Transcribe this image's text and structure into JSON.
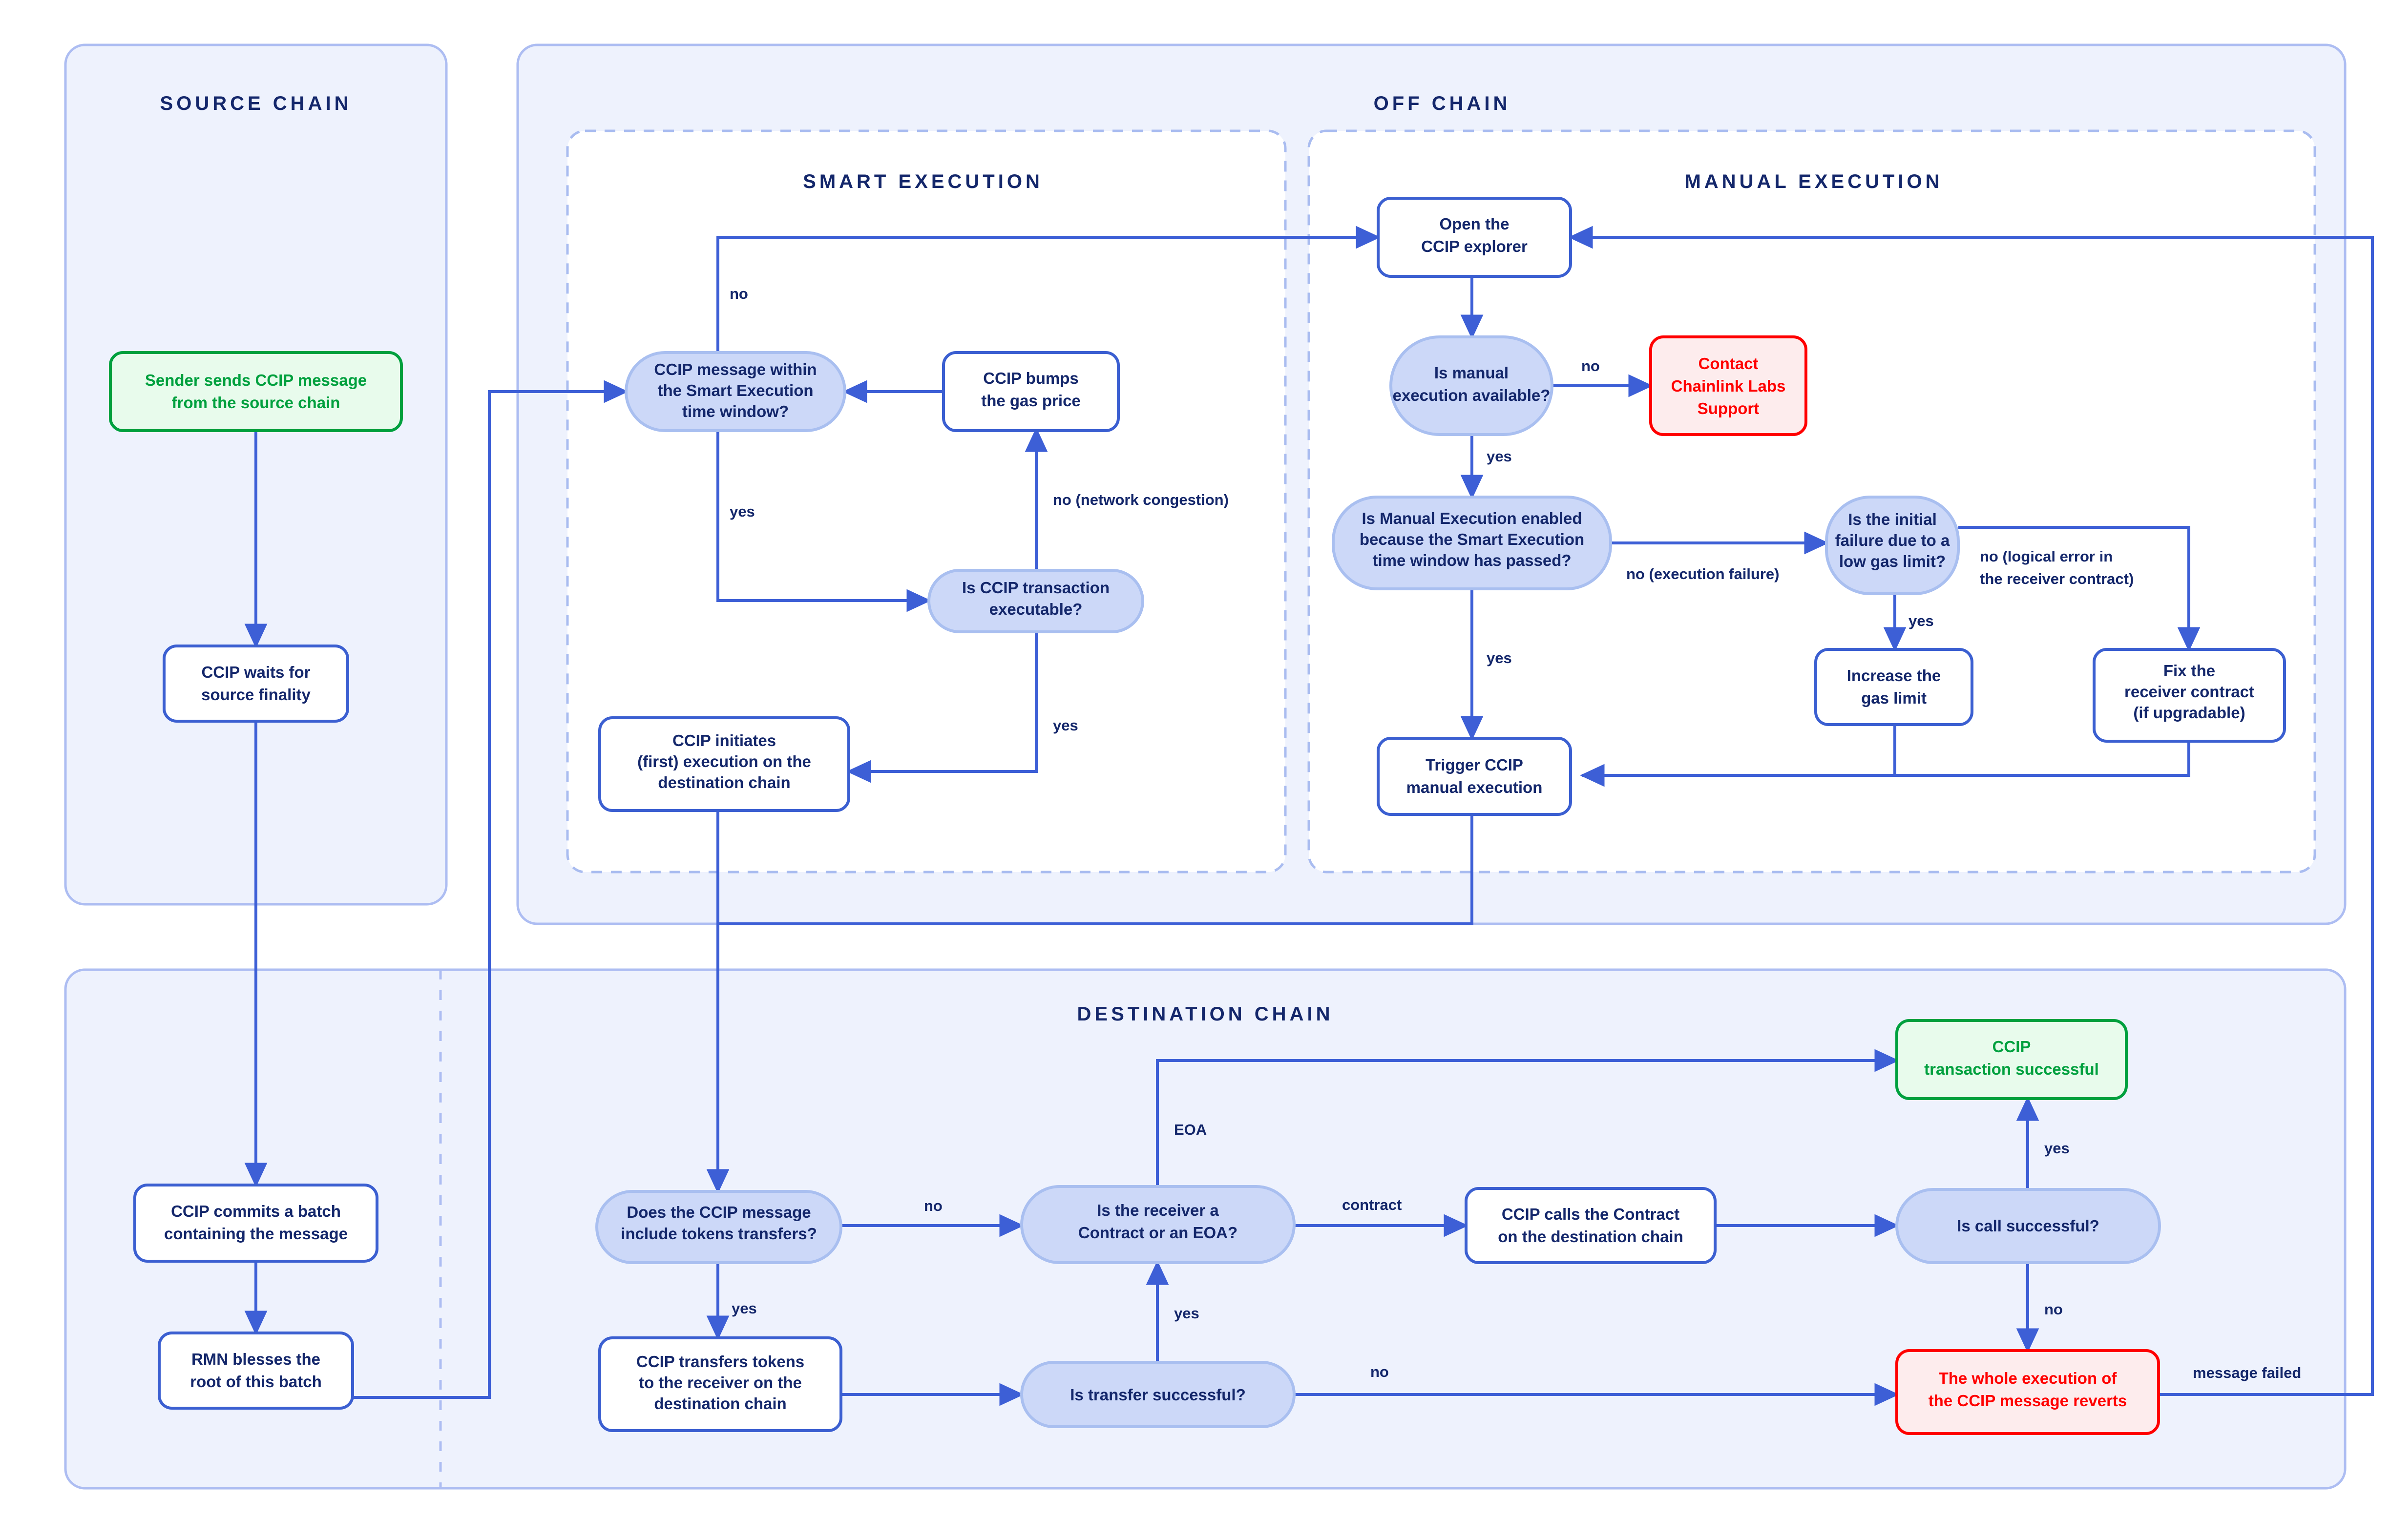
{
  "title": "CCIP message execution flow",
  "colors": {
    "lane_fill": "#eef2fd",
    "lane_stroke": "#adbdf2",
    "inner_fill": "#ffffff",
    "inner_stroke": "#a9bcf0",
    "node_stroke": "#3b5fd1",
    "node_fill": "#ffffff",
    "decision_fill": "#ccd8f8",
    "decision_stroke": "#a9bff0",
    "edge": "#3d5fd6",
    "text": "#14276b",
    "green_stroke": "#00a03e",
    "green_fill": "#e8fbec",
    "green_text": "#00a03e",
    "red_stroke": "#ff0000",
    "red_fill": "#fdeced",
    "red_text": "#ff0000"
  },
  "lanes": [
    {
      "id": "source-chain",
      "label": "SOURCE CHAIN"
    },
    {
      "id": "off-chain",
      "label": "OFF CHAIN"
    },
    {
      "id": "smart-execution",
      "label": "SMART EXECUTION"
    },
    {
      "id": "manual-execution",
      "label": "MANUAL EXECUTION"
    },
    {
      "id": "destination-chain",
      "label": "DESTINATION CHAIN"
    }
  ],
  "nodes": [
    {
      "id": "sender-sends",
      "kind": "terminator-green",
      "lines": [
        "Sender sends CCIP message",
        "from the source chain"
      ]
    },
    {
      "id": "ccip-waits",
      "kind": "process",
      "lines": [
        "CCIP waits for",
        "source finality"
      ]
    },
    {
      "id": "ccip-commits",
      "kind": "process",
      "lines": [
        "CCIP commits a batch",
        "containing the message"
      ]
    },
    {
      "id": "rmn-blesses",
      "kind": "process",
      "lines": [
        "RMN blesses the",
        "root of this batch"
      ]
    },
    {
      "id": "within-window",
      "kind": "decision",
      "lines": [
        "CCIP message within",
        "the Smart Execution",
        "time window?"
      ]
    },
    {
      "id": "bumps-gas",
      "kind": "process",
      "lines": [
        "CCIP bumps",
        "the gas price"
      ]
    },
    {
      "id": "tx-executable",
      "kind": "decision",
      "lines": [
        "Is CCIP transaction",
        "executable?"
      ]
    },
    {
      "id": "initiates-exec",
      "kind": "process",
      "lines": [
        "CCIP initiates",
        "(first) execution on the",
        "destination chain"
      ]
    },
    {
      "id": "open-explorer",
      "kind": "process",
      "lines": [
        "Open the",
        "CCIP explorer"
      ]
    },
    {
      "id": "manual-available",
      "kind": "decision",
      "lines": [
        "Is manual",
        "execution available?"
      ]
    },
    {
      "id": "contact-support",
      "kind": "terminator-red",
      "lines": [
        "Contact",
        "Chainlink Labs",
        "Support"
      ]
    },
    {
      "id": "manual-enabled",
      "kind": "decision",
      "lines": [
        "Is Manual Execution enabled",
        "because the Smart Execution",
        "time window has passed?"
      ]
    },
    {
      "id": "low-gas-limit",
      "kind": "decision",
      "lines": [
        "Is the initial",
        "failure due to a",
        "low gas limit?"
      ]
    },
    {
      "id": "increase-gas",
      "kind": "process",
      "lines": [
        "Increase the",
        "gas limit"
      ]
    },
    {
      "id": "fix-receiver",
      "kind": "process",
      "lines": [
        "Fix the",
        "receiver contract",
        "(if upgradable)"
      ]
    },
    {
      "id": "trigger-manual",
      "kind": "process",
      "lines": [
        "Trigger CCIP",
        "manual execution"
      ]
    },
    {
      "id": "include-tokens",
      "kind": "decision",
      "lines": [
        "Does the CCIP message",
        "include tokens transfers?"
      ]
    },
    {
      "id": "transfers-tokens",
      "kind": "process",
      "lines": [
        "CCIP transfers tokens",
        "to the receiver on the",
        "destination chain"
      ]
    },
    {
      "id": "transfer-successful",
      "kind": "decision",
      "lines": [
        "Is transfer successful?"
      ]
    },
    {
      "id": "contract-or-eoa",
      "kind": "decision",
      "lines": [
        "Is the receiver a",
        "Contract or an EOA?"
      ]
    },
    {
      "id": "calls-contract",
      "kind": "process",
      "lines": [
        "CCIP calls the Contract",
        "on the destination chain"
      ]
    },
    {
      "id": "call-successful",
      "kind": "decision",
      "lines": [
        "Is call successful?"
      ]
    },
    {
      "id": "tx-successful",
      "kind": "terminator-green",
      "lines": [
        "CCIP",
        "transaction successful"
      ]
    },
    {
      "id": "execution-reverts",
      "kind": "terminator-red",
      "lines": [
        "The whole execution of",
        "the CCIP message reverts"
      ]
    }
  ],
  "edge_labels": [
    {
      "id": "lbl-no-window",
      "text": "no"
    },
    {
      "id": "lbl-yes-window",
      "text": "yes"
    },
    {
      "id": "lbl-no-congestion",
      "text": "no (network congestion)"
    },
    {
      "id": "lbl-yes-executable",
      "text": "yes"
    },
    {
      "id": "lbl-no-manual",
      "text": "no"
    },
    {
      "id": "lbl-yes-manual",
      "text": "yes"
    },
    {
      "id": "lbl-no-exec-failure",
      "text": "no (execution failure)"
    },
    {
      "id": "lbl-yes-enabled",
      "text": "yes"
    },
    {
      "id": "lbl-no-logical-error",
      "text": "no (logical error in\nthe receiver contract)"
    },
    {
      "id": "lbl-yes-gas",
      "text": "yes"
    },
    {
      "id": "lbl-eoa",
      "text": "EOA"
    },
    {
      "id": "lbl-no-tokens",
      "text": "no"
    },
    {
      "id": "lbl-yes-tokens",
      "text": "yes"
    },
    {
      "id": "lbl-contract",
      "text": "contract"
    },
    {
      "id": "lbl-yes-transfer",
      "text": "yes"
    },
    {
      "id": "lbl-no-transfer",
      "text": "no"
    },
    {
      "id": "lbl-yes-call",
      "text": "yes"
    },
    {
      "id": "lbl-no-call",
      "text": "no"
    },
    {
      "id": "lbl-message-failed",
      "text": "message failed"
    }
  ]
}
